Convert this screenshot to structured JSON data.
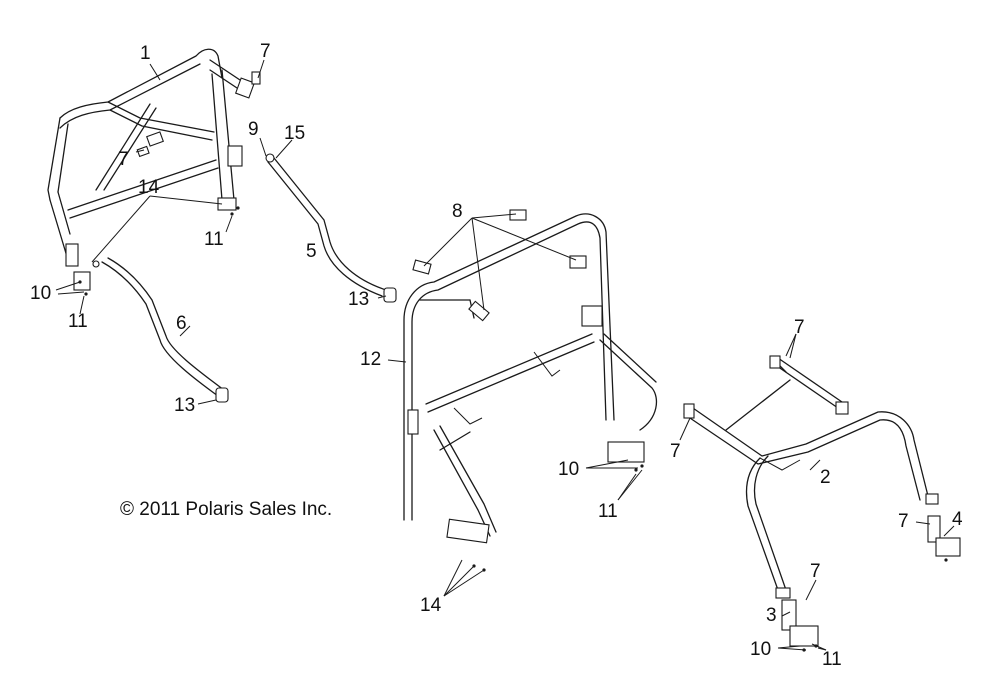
{
  "copyright": "© 2011 Polaris Sales Inc.",
  "callouts": {
    "c1": "1",
    "c7a": "7",
    "c7b": "7",
    "c14a": "14",
    "c11a": "11",
    "c10a": "10",
    "c11b": "11",
    "c6": "6",
    "c13a": "13",
    "c9": "9",
    "c15": "15",
    "c5": "5",
    "c13b": "13",
    "c8": "8",
    "c12": "12",
    "c10b": "10",
    "c11c": "11",
    "c14b": "14",
    "c7c": "7",
    "c7d": "7",
    "c2": "2",
    "c7e": "7",
    "c4": "4",
    "c7f": "7",
    "c3": "3",
    "c10c": "10",
    "c11d": "11"
  },
  "colors": {
    "line": "#1a1a1a",
    "background": "#ffffff"
  }
}
